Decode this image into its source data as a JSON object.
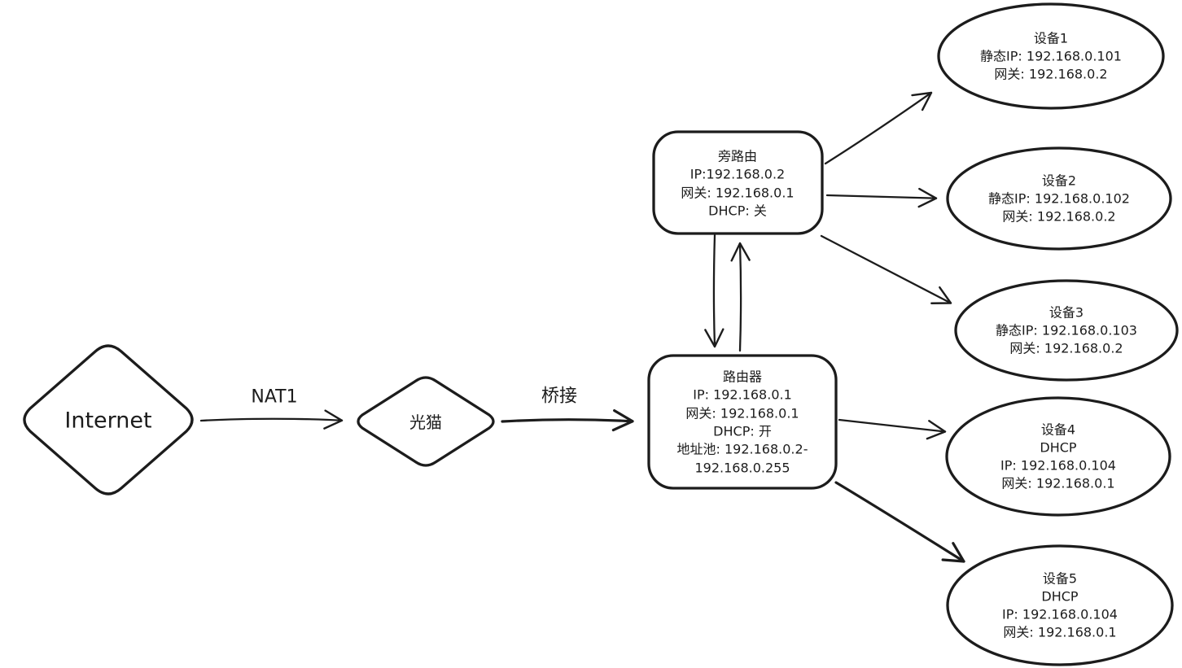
{
  "diagram": {
    "background_color": "#ffffff",
    "stroke_color": "#1c1c1c",
    "nodes": {
      "internet": {
        "shape": "diamond",
        "label": "Internet"
      },
      "modem": {
        "shape": "diamond",
        "label": "光猫"
      },
      "side_router": {
        "shape": "rounded-rectangle",
        "lines": [
          "旁路由",
          "IP:192.168.0.2",
          "网关: 192.168.0.1",
          "DHCP: 关"
        ]
      },
      "main_router": {
        "shape": "rounded-rectangle",
        "lines": [
          "路由器",
          "IP: 192.168.0.1",
          "网关: 192.168.0.1",
          "DHCP: 开",
          "地址池: 192.168.0.2-",
          "192.168.0.255"
        ]
      },
      "device1": {
        "shape": "ellipse",
        "lines": [
          "设备1",
          "静态IP: 192.168.0.101",
          "网关: 192.168.0.2"
        ]
      },
      "device2": {
        "shape": "ellipse",
        "lines": [
          "设备2",
          "静态IP: 192.168.0.102",
          "网关: 192.168.0.2"
        ]
      },
      "device3": {
        "shape": "ellipse",
        "lines": [
          "设备3",
          "静态IP: 192.168.0.103",
          "网关: 192.168.0.2"
        ]
      },
      "device4": {
        "shape": "ellipse",
        "lines": [
          "设备4",
          "DHCP",
          "IP: 192.168.0.104",
          "网关: 192.168.0.1"
        ]
      },
      "device5": {
        "shape": "ellipse",
        "lines": [
          "设备5",
          "DHCP",
          "IP: 192.168.0.104",
          "网关: 192.168.0.1"
        ]
      }
    },
    "edges": [
      {
        "from": "internet",
        "to": "modem",
        "label": "NAT1"
      },
      {
        "from": "modem",
        "to": "main_router",
        "label": "桥接"
      },
      {
        "from": "side_router",
        "to": "main_router",
        "label": ""
      },
      {
        "from": "main_router",
        "to": "side_router",
        "label": ""
      },
      {
        "from": "side_router",
        "to": "device1",
        "label": ""
      },
      {
        "from": "side_router",
        "to": "device2",
        "label": ""
      },
      {
        "from": "side_router",
        "to": "device3",
        "label": ""
      },
      {
        "from": "main_router",
        "to": "device4",
        "label": ""
      },
      {
        "from": "main_router",
        "to": "device5",
        "label": ""
      }
    ]
  }
}
